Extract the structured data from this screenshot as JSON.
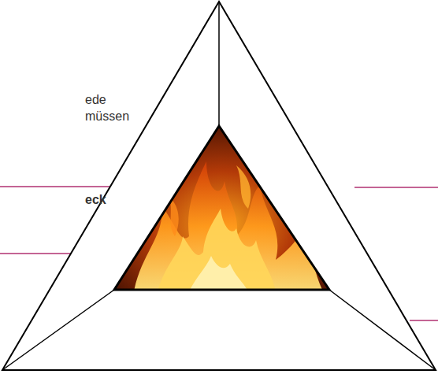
{
  "diagram": {
    "labels": [
      "ede",
      "müssen",
      "eck"
    ]
  }
}
